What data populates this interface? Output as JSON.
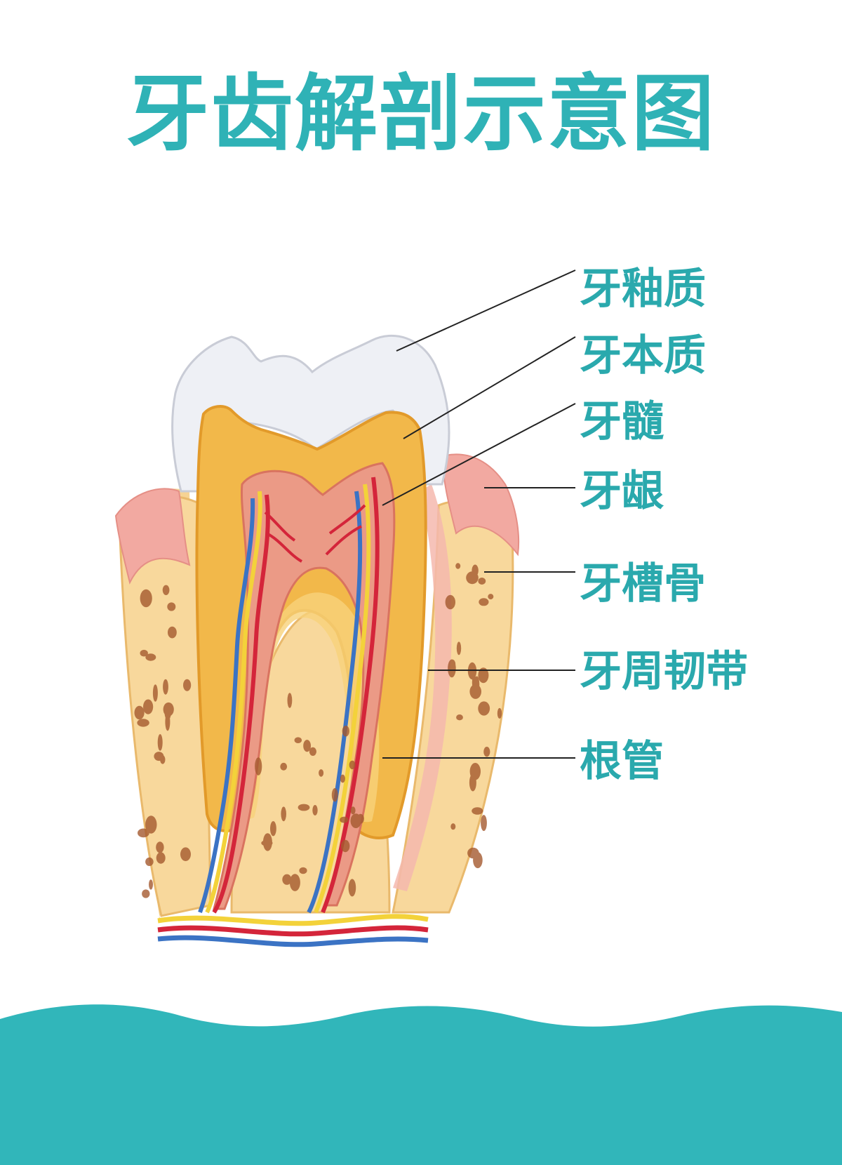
{
  "title": "牙齿解剖示意图",
  "colors": {
    "accent": "#2fb2b6",
    "enamel": "#eef0f5",
    "dentin": "#f2b84a",
    "pulp": "#eb9a86",
    "gum": "#f2a9a1",
    "bone": "#f7d79b",
    "artery": "#d4253a",
    "vein": "#3b73c4",
    "nerve": "#f3d23a"
  },
  "labels": [
    {
      "id": "enamel",
      "text": "牙釉质"
    },
    {
      "id": "dentin",
      "text": "牙本质"
    },
    {
      "id": "pulp",
      "text": "牙髓"
    },
    {
      "id": "gum",
      "text": "牙龈"
    },
    {
      "id": "alveolar-bone",
      "text": "牙槽骨"
    },
    {
      "id": "periodontal-ligament",
      "text": "牙周韧带"
    },
    {
      "id": "root-canal",
      "text": "根管"
    }
  ]
}
